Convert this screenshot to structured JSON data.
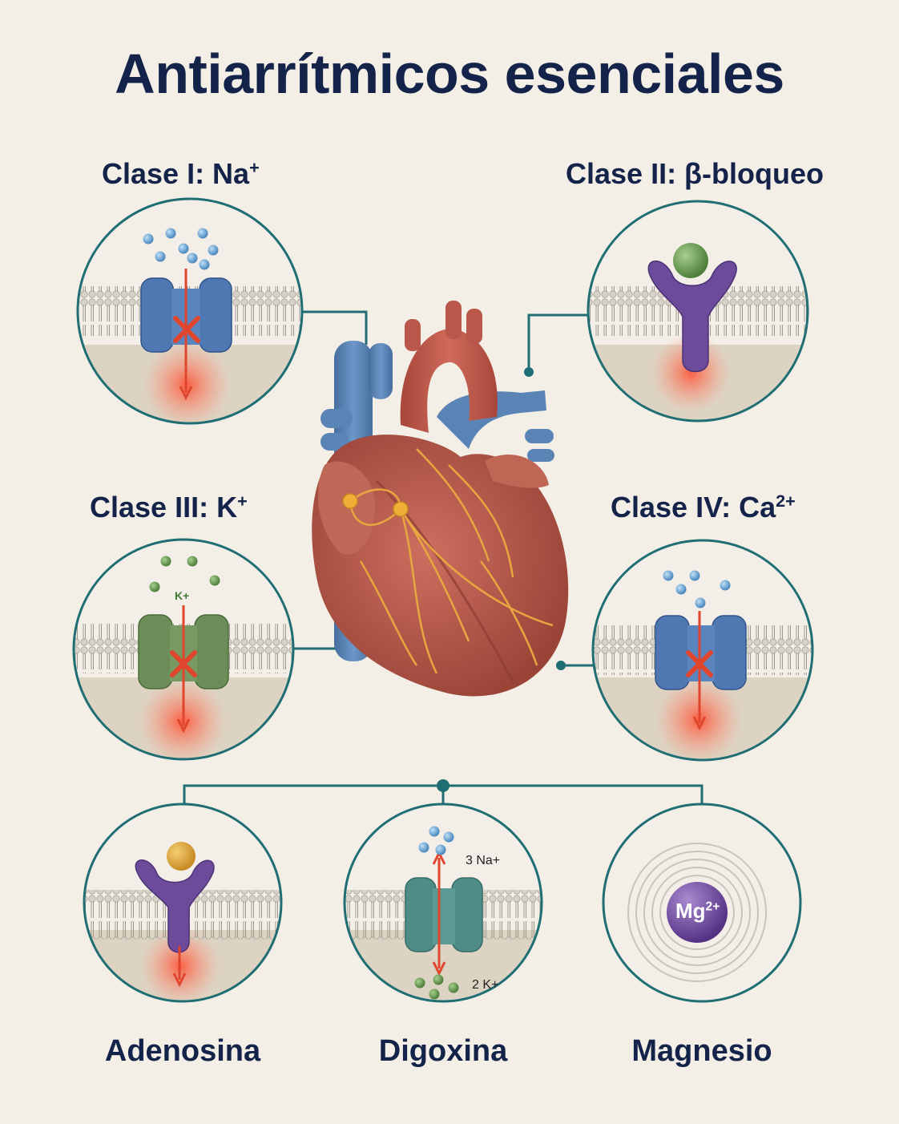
{
  "title": "Antiarrítmicos esenciales",
  "sections": {
    "class1": {
      "label": "Clase I: Na",
      "ion": "+"
    },
    "class2": {
      "label": "Clase II: β-bloqueo"
    },
    "class3": {
      "label": "Clase III: K",
      "ion": "+",
      "inner_ion": "K+"
    },
    "class4": {
      "label": "Clase IV: Ca",
      "ion": "2+"
    }
  },
  "bottom": {
    "adenosina": {
      "label": "Adenosina"
    },
    "digoxina": {
      "label": "Digoxina",
      "top_ion": "3 Na+",
      "bottom_ion": "2 K+"
    },
    "magnesio": {
      "label": "Magnesio",
      "symbol": "Mg",
      "charge": "2+"
    }
  },
  "colors": {
    "title": "#14234a",
    "connector": "#1f6e74",
    "circle_border": "#1f6e74",
    "channel_blue": "#4f78b3",
    "channel_green": "#6c8d57",
    "channel_teal": "#4f8c86",
    "receptor_purple": "#6c4c9a",
    "block_x": "#e0452e",
    "heart_red": "#b8574a",
    "vessel_blue": "#5b84b6",
    "nerve_gold": "#e7a640"
  },
  "icons": [
    "heart-illustration",
    "sodium-channel-icon",
    "beta-receptor-icon",
    "potassium-channel-icon",
    "calcium-channel-icon",
    "adenosine-receptor-icon",
    "sodium-potassium-pump-icon",
    "magnesium-ion-icon"
  ]
}
